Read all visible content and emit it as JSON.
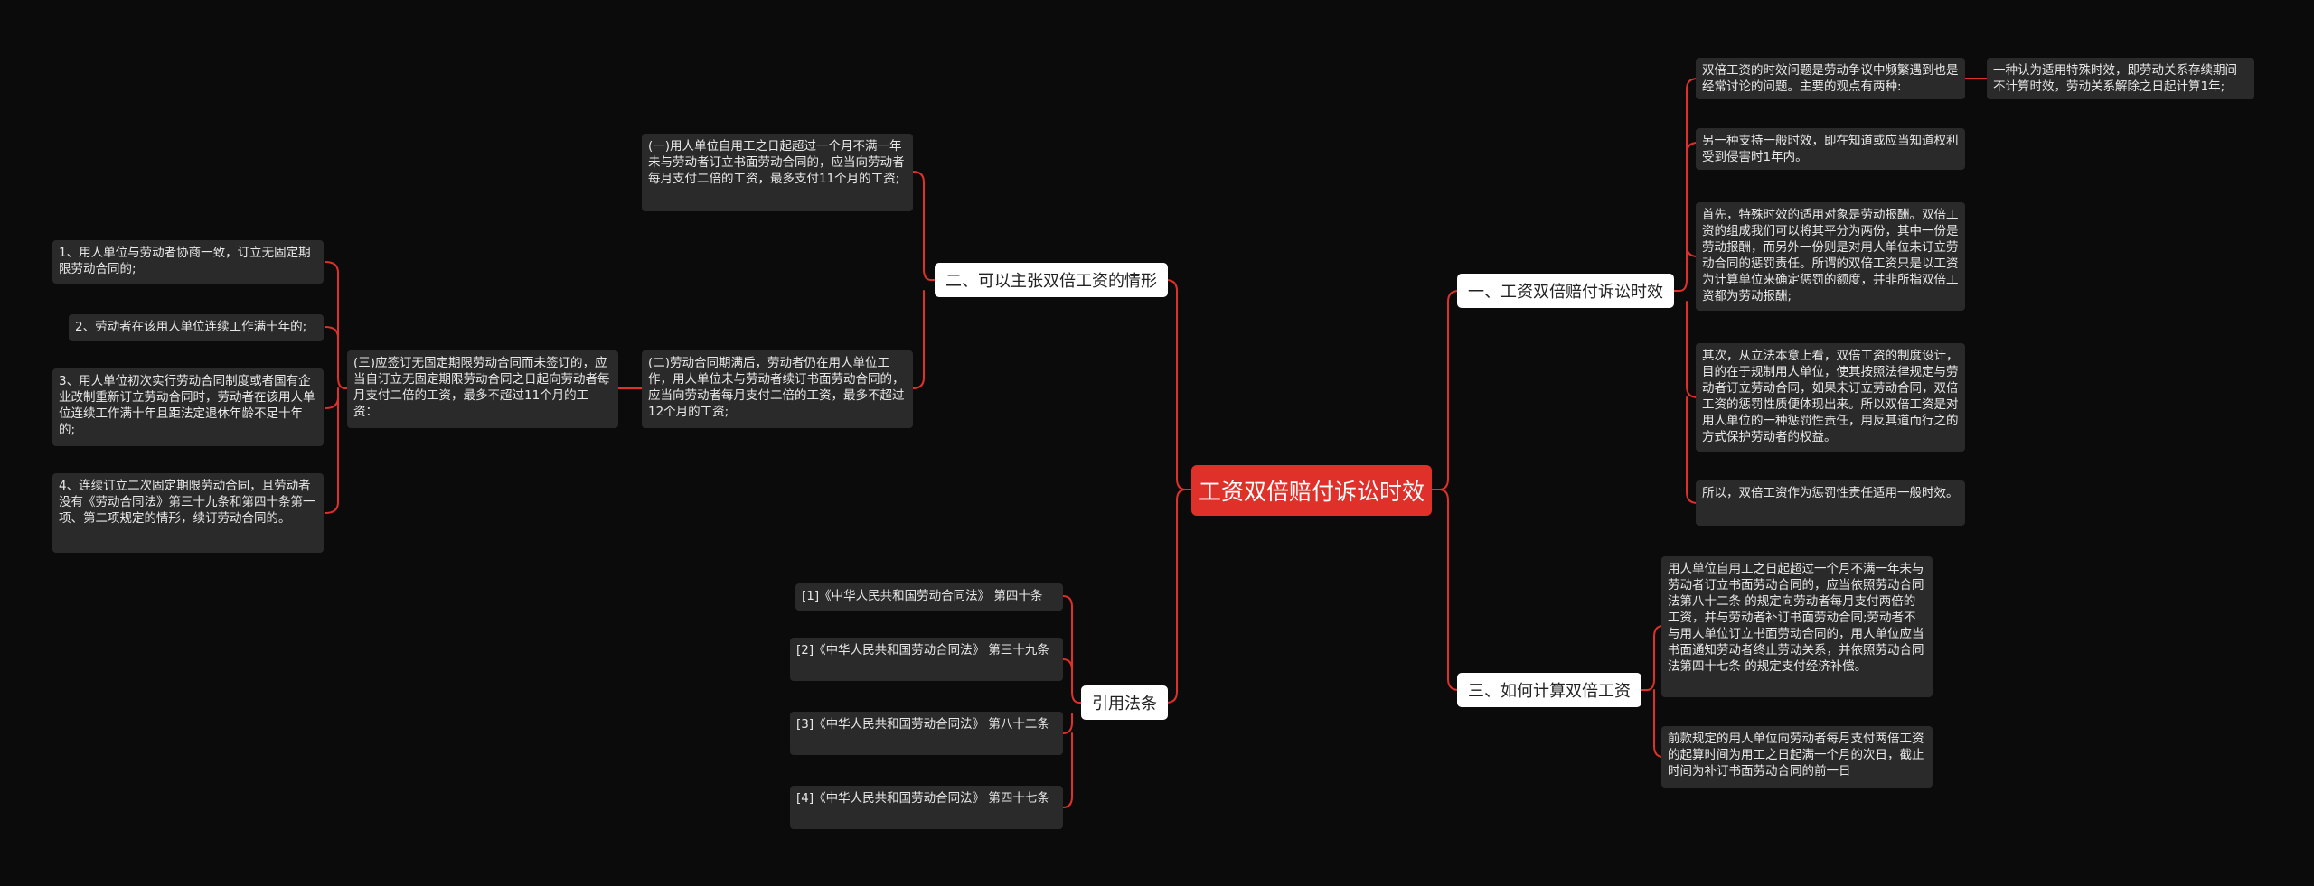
{
  "root": {
    "title": "工资双倍赔付诉讼时效"
  },
  "branches": {
    "b1": {
      "label": "一、工资双倍赔付诉讼时效",
      "leaves": [
        "双倍工资的时效问题是劳动争议中频繁遇到也是经常讨论的问题。主要的观点有两种:",
        "另一种支持一般时效，即在知道或应当知道权利受到侵害时1年内。",
        "首先，特殊时效的适用对象是劳动报酬。双倍工资的组成我们可以将其平分为两份，其中一份是劳动报酬，而另外一份则是对用人单位未订立劳动合同的惩罚责任。所谓的双倍工资只是以工资为计算单位来确定惩罚的额度，并非所指双倍工资都为劳动报酬;",
        "其次，从立法本意上看，双倍工资的制度设计，目的在于规制用人单位，使其按照法律规定与劳动者订立劳动合同，如果未订立劳动合同，双倍工资的惩罚性质便体现出来。所以双倍工资是对用人单位的一种惩罚性责任，用反其道而行之的方式保护劳动者的权益。",
        "所以，双倍工资作为惩罚性责任适用一般时效。"
      ],
      "subleaf": "一种认为适用特殊时效，即劳动关系存续期间不计算时效，劳动关系解除之日起计算1年;"
    },
    "b2": {
      "label": "二、可以主张双倍工资的情形",
      "leaves": [
        "(一)用人单位自用工之日起超过一个月不满一年未与劳动者订立书面劳动合同的，应当向劳动者每月支付二倍的工资，最多支付11个月的工资;",
        "(二)劳动合同期满后，劳动者仍在用人单位工作，用人单位未与劳动者续订书面劳动合同的，应当向劳动者每月支付二倍的工资，最多不超过12个月的工资;",
        "(三)应签订无固定期限劳动合同而未签订的，应当自订立无固定期限劳动合同之日起向劳动者每月支付二倍的工资，最多不超过11个月的工资："
      ],
      "subleaves": [
        "1、用人单位与劳动者协商一致，订立无固定期限劳动合同的;",
        "2、劳动者在该用人单位连续工作满十年的;",
        "3、用人单位初次实行劳动合同制度或者国有企业改制重新订立劳动合同时，劳动者在该用人单位连续工作满十年且距法定退休年龄不足十年的;",
        "4、连续订立二次固定期限劳动合同，且劳动者没有《劳动合同法》第三十九条和第四十条第一项、第二项规定的情形，续订劳动合同的。"
      ]
    },
    "b3": {
      "label": "三、如何计算双倍工资",
      "leaves": [
        "用人单位自用工之日起超过一个月不满一年未与劳动者订立书面劳动合同的，应当依照劳动合同法第八十二条 的规定向劳动者每月支付两倍的工资，并与劳动者补订书面劳动合同;劳动者不与用人单位订立书面劳动合同的，用人单位应当书面通知劳动者终止劳动关系，并依照劳动合同法第四十七条 的规定支付经济补偿。",
        "前款规定的用人单位向劳动者每月支付两倍工资的起算时间为用工之日起满一个月的次日，截止时间为补订书面劳动合同的前一日"
      ]
    },
    "b4": {
      "label": "引用法条",
      "leaves": [
        "[1]《中华人民共和国劳动合同法》 第四十条",
        "[2]《中华人民共和国劳动合同法》 第三十九条",
        "[3]《中华人民共和国劳动合同法》 第八十二条",
        "[4]《中华人民共和国劳动合同法》 第四十七条"
      ]
    }
  },
  "colors": {
    "background": "#0c0b0b",
    "link": "#e0302a",
    "root": "#e0302a",
    "branch": "#ffffff",
    "leaf": "#2a2a2a"
  }
}
